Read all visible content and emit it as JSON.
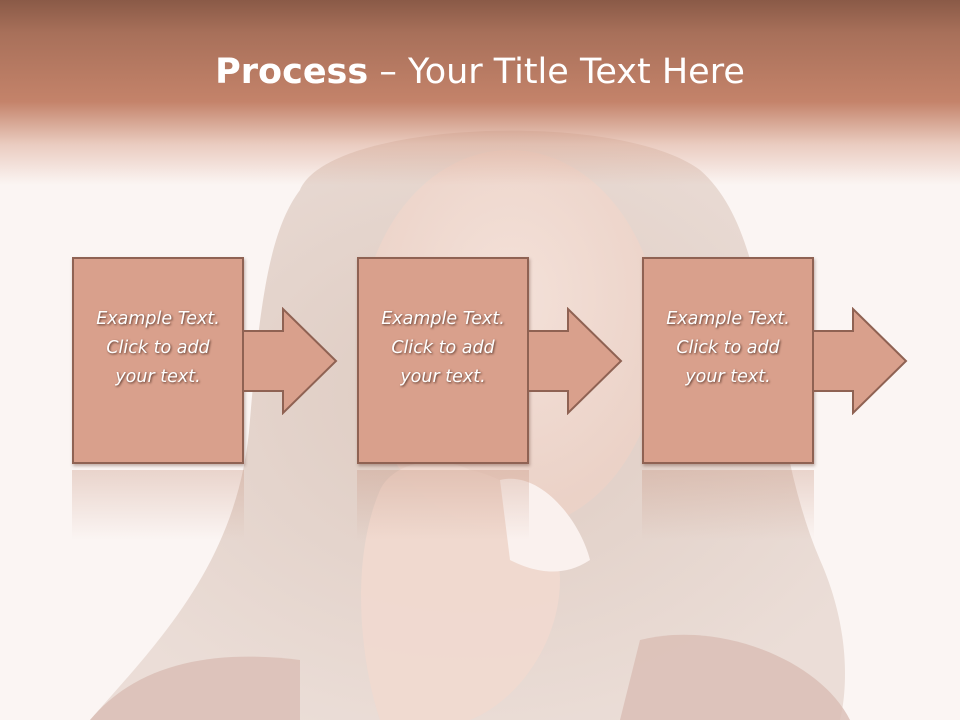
{
  "slide": {
    "title_bold": "Process",
    "title_rest": " – Your Title Text Here"
  },
  "steps": [
    {
      "line1": "Example Text.",
      "line2": "Click  to add",
      "line3": "your text."
    },
    {
      "line1": "Example Text.",
      "line2": "Click  to add",
      "line3": "your text."
    },
    {
      "line1": "Example Text.",
      "line2": "Click  to add",
      "line3": "your text."
    }
  ],
  "colors": {
    "band": "#c4836a",
    "box_fill": "#d9a08c",
    "box_border": "#8f6253",
    "text": "#ffffff"
  }
}
